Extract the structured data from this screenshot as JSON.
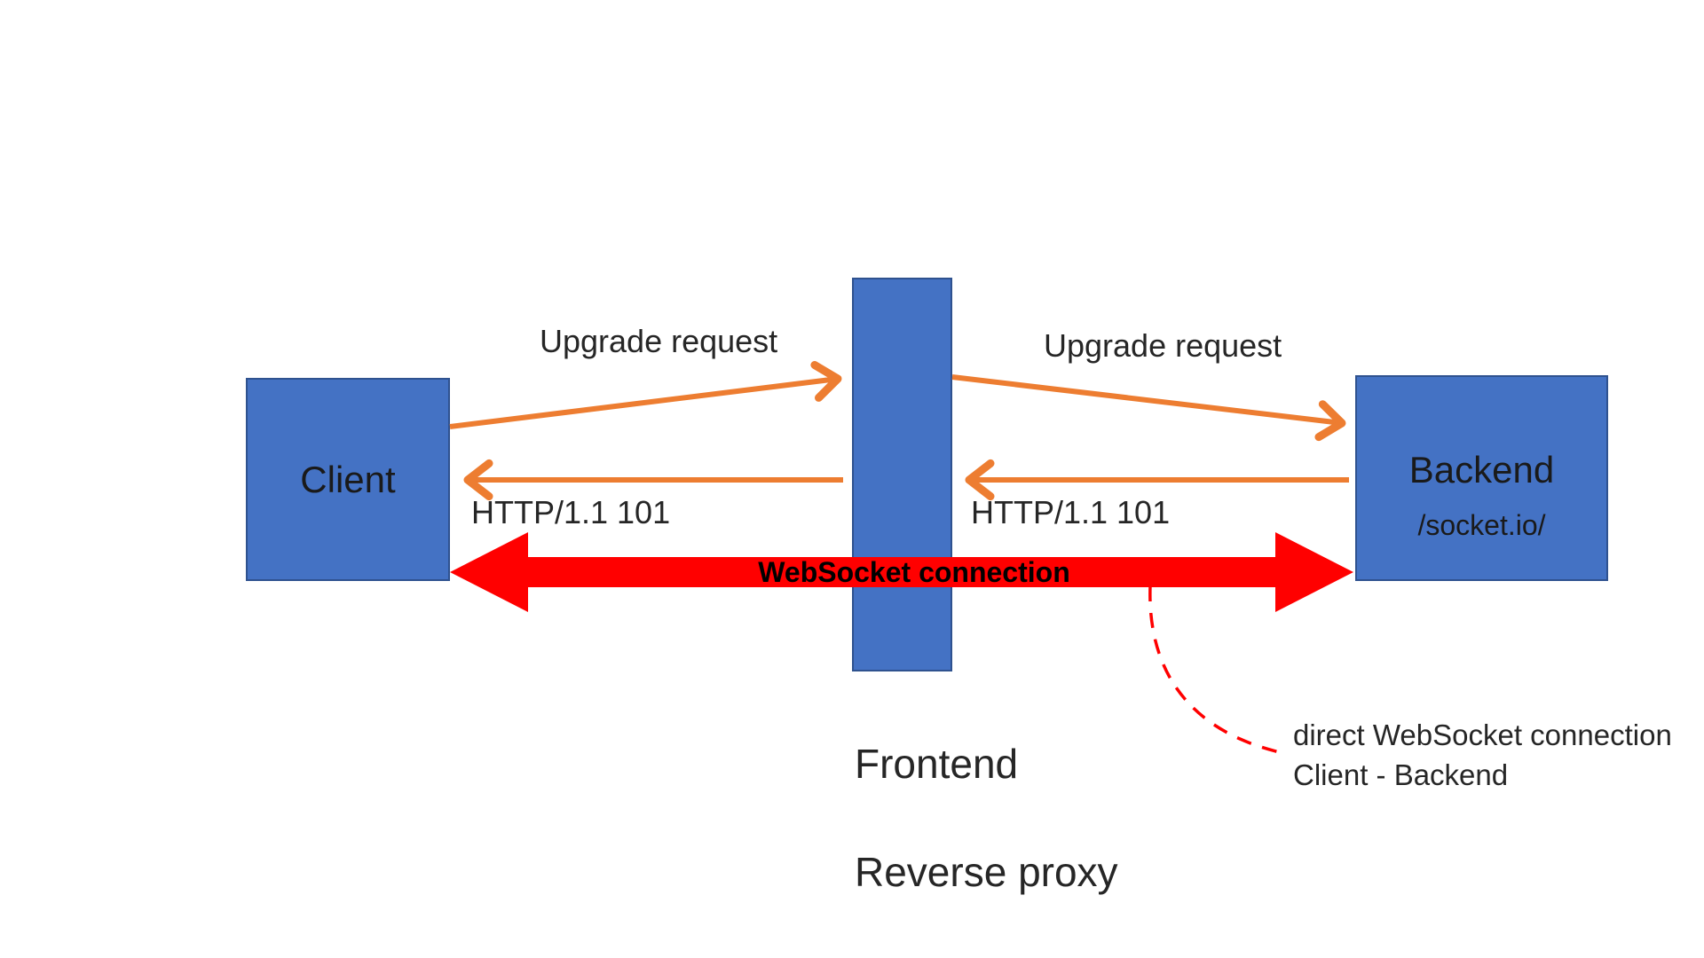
{
  "canvas": {
    "background": "#ffffff"
  },
  "colors": {
    "node_fill": "#4472C4",
    "node_border": "#2F528F",
    "arrow_orange": "#ED7D31",
    "arrow_red": "#FF0000",
    "callout_dash_red": "#FF0000",
    "text_dark": "#262626",
    "websocket_label_text": "#000000"
  },
  "nodes": {
    "client": {
      "label": "Client"
    },
    "proxy": {
      "label_line1": "Frontend",
      "label_line2": "Reverse proxy"
    },
    "backend": {
      "label": "Backend",
      "sublabel": "/socket.io/"
    }
  },
  "arrows": {
    "upgrade_left": {
      "label": "Upgrade request",
      "from": "Client",
      "to": "Frontend Reverse proxy"
    },
    "upgrade_right": {
      "label": "Upgrade request",
      "from": "Frontend Reverse proxy",
      "to": "Backend"
    },
    "response_left": {
      "label": "HTTP/1.1 101",
      "from": "Frontend Reverse proxy",
      "to": "Client"
    },
    "response_right": {
      "label": "HTTP/1.1 101",
      "from": "Backend",
      "to": "Frontend Reverse proxy"
    },
    "websocket": {
      "label": "WebSocket connection",
      "from": "Client",
      "to": "Backend"
    }
  },
  "callout": {
    "line1": "direct WebSocket connection",
    "line2": "Client - Backend"
  }
}
